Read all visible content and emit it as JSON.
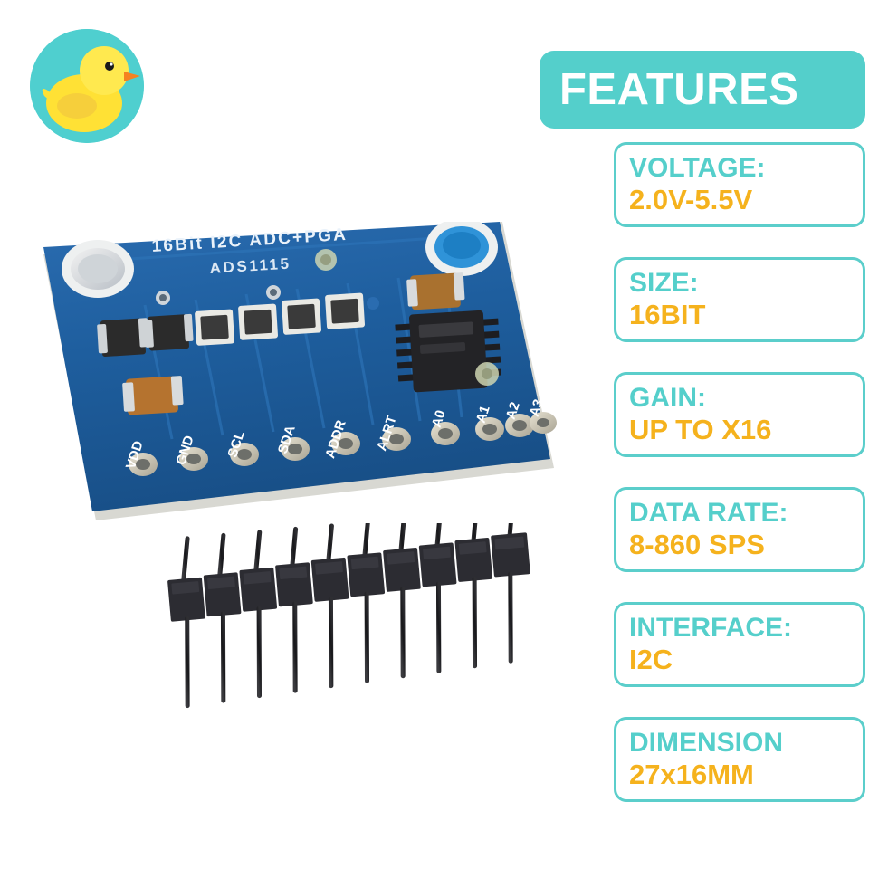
{
  "logo": {
    "icon": "rubber-duck-icon",
    "circle_color": "#4fcfcf",
    "duck_body_color": "#ffe135",
    "duck_beak_color": "#f58220"
  },
  "features": {
    "header_title": "FEATURES",
    "header_bg": "#54cfcb",
    "header_text_color": "#ffffff",
    "label_color": "#55cfcb",
    "value_color": "#f5b21d",
    "border_color": "#5bcecb",
    "cards": [
      {
        "label": "VOLTAGE:",
        "value": "2.0V-5.5V"
      },
      {
        "label": "SIZE:",
        "value": "16BIT"
      },
      {
        "label": "GAIN:",
        "value": "UP TO X16"
      },
      {
        "label": "DATA RATE:",
        "value": "8-860 SPS"
      },
      {
        "label": "INTERFACE:",
        "value": "I2C"
      },
      {
        "label": "DIMENSION",
        "value": "27x16MM"
      }
    ]
  },
  "board": {
    "silkscreen_title": "16Bit I2C ADC+PGA",
    "silkscreen_part": "ADS1115",
    "pcb_color": "#1d5b9e",
    "pin_labels": [
      "VDD",
      "GND",
      "SCL",
      "SDA",
      "ADDR",
      "ALRT",
      "A0",
      "A1",
      "A2",
      "A3"
    ]
  },
  "pin_header": {
    "name": "10-pin-male-header-strip",
    "pin_count": 10,
    "body_color": "#303036"
  }
}
